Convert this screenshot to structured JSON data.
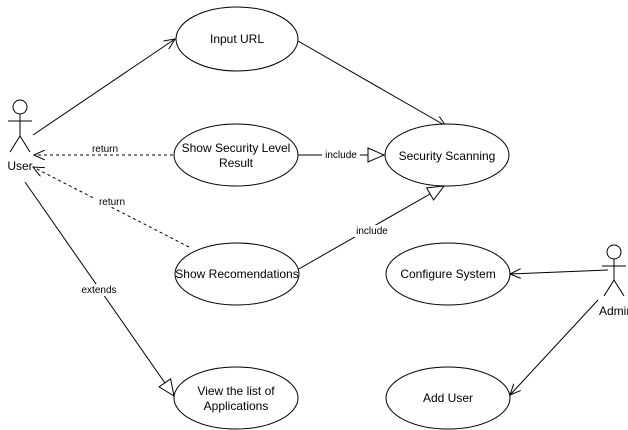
{
  "actors": {
    "user": {
      "label": "User"
    },
    "admin": {
      "label": "Admin"
    }
  },
  "use_cases": {
    "input_url": {
      "lines": [
        "Input URL"
      ]
    },
    "security_scanning": {
      "lines": [
        "Security Scanning"
      ]
    },
    "show_security_level_result": {
      "lines": [
        "Show Security Level",
        "Result"
      ]
    },
    "show_recomendations": {
      "lines": [
        "Show Recomendations"
      ]
    },
    "view_list_of_applications": {
      "lines": [
        "View the list of",
        "Applications"
      ]
    },
    "configure_system": {
      "lines": [
        "Configure System"
      ]
    },
    "add_user": {
      "lines": [
        "Add User"
      ]
    }
  },
  "relations": {
    "return_security_result": {
      "label": "return",
      "kind": "dependency"
    },
    "return_recomendations": {
      "label": "return",
      "kind": "dependency"
    },
    "include_security_result": {
      "label": "include",
      "kind": "generalization"
    },
    "include_recomendations": {
      "label": "include",
      "kind": "generalization"
    },
    "extends_view_list": {
      "label": "extends",
      "kind": "generalization"
    }
  },
  "colors": {
    "stroke": "#000000",
    "background": "#ffffff"
  }
}
